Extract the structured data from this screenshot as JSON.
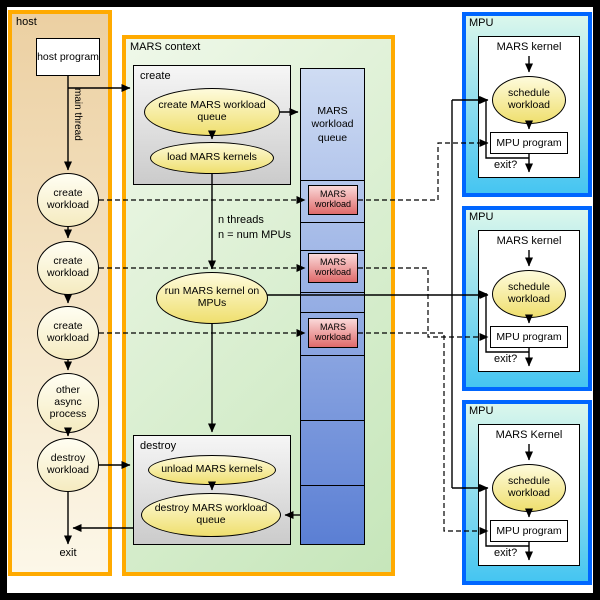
{
  "host": {
    "label": "host",
    "program_label": "host program",
    "main_thread_label": "main thread",
    "steps": [
      "create workload",
      "create workload",
      "create workload",
      "other async process",
      "destroy workload"
    ],
    "exit_label": "exit"
  },
  "context": {
    "label": "MARS context",
    "create": {
      "label": "create",
      "queue": "create MARS workload queue",
      "load": "load MARS kernels"
    },
    "note_line1": "n threads",
    "note_line2": "n = num MPUs",
    "run": "run MARS kernel on MPUs",
    "destroy": {
      "label": "destroy",
      "unload": "unload MARS kernels",
      "queue": "destroy MARS workload queue"
    }
  },
  "queue": {
    "header": "MARS workload queue",
    "item": "MARS workload"
  },
  "mpus": [
    {
      "label": "MPU",
      "kernel": "MARS kernel",
      "schedule": "schedule workload",
      "program": "MPU program",
      "exit": "exit?"
    },
    {
      "label": "MPU",
      "kernel": "MARS kernel",
      "schedule": "schedule workload",
      "program": "MPU program",
      "exit": "exit?"
    },
    {
      "label": "MPU",
      "kernel": "MARS Kernel",
      "schedule": "schedule workload",
      "program": "MPU program",
      "exit": "exit?"
    }
  ],
  "colors": {
    "host_border": "#ffaa00",
    "host_fill_top": "#ecd0a2",
    "host_fill_bottom": "#fcf7e8",
    "context_border": "#ffaa00",
    "context_fill_top": "#eff8e9",
    "context_fill_bottom": "#c6e6ba",
    "mpu_border": "#0066ff",
    "mpu_fill_top": "#dbf7ec",
    "mpu_fill_bottom": "#45c5f1",
    "queue_fill_top": "#cfdcf3",
    "queue_fill_bottom": "#5b7fd4",
    "workload_fill_top": "#fbd9d9",
    "workload_fill_bottom": "#df6a6a",
    "ellipse_yellow_top": "#fefbdc",
    "ellipse_yellow_bottom": "#efdf6e",
    "ellipse_cream_top": "#fffef2",
    "ellipse_cream_bottom": "#f5ebc0",
    "gray_box_top": "#f6f6f6",
    "gray_box_bottom": "#cbcbcb"
  }
}
